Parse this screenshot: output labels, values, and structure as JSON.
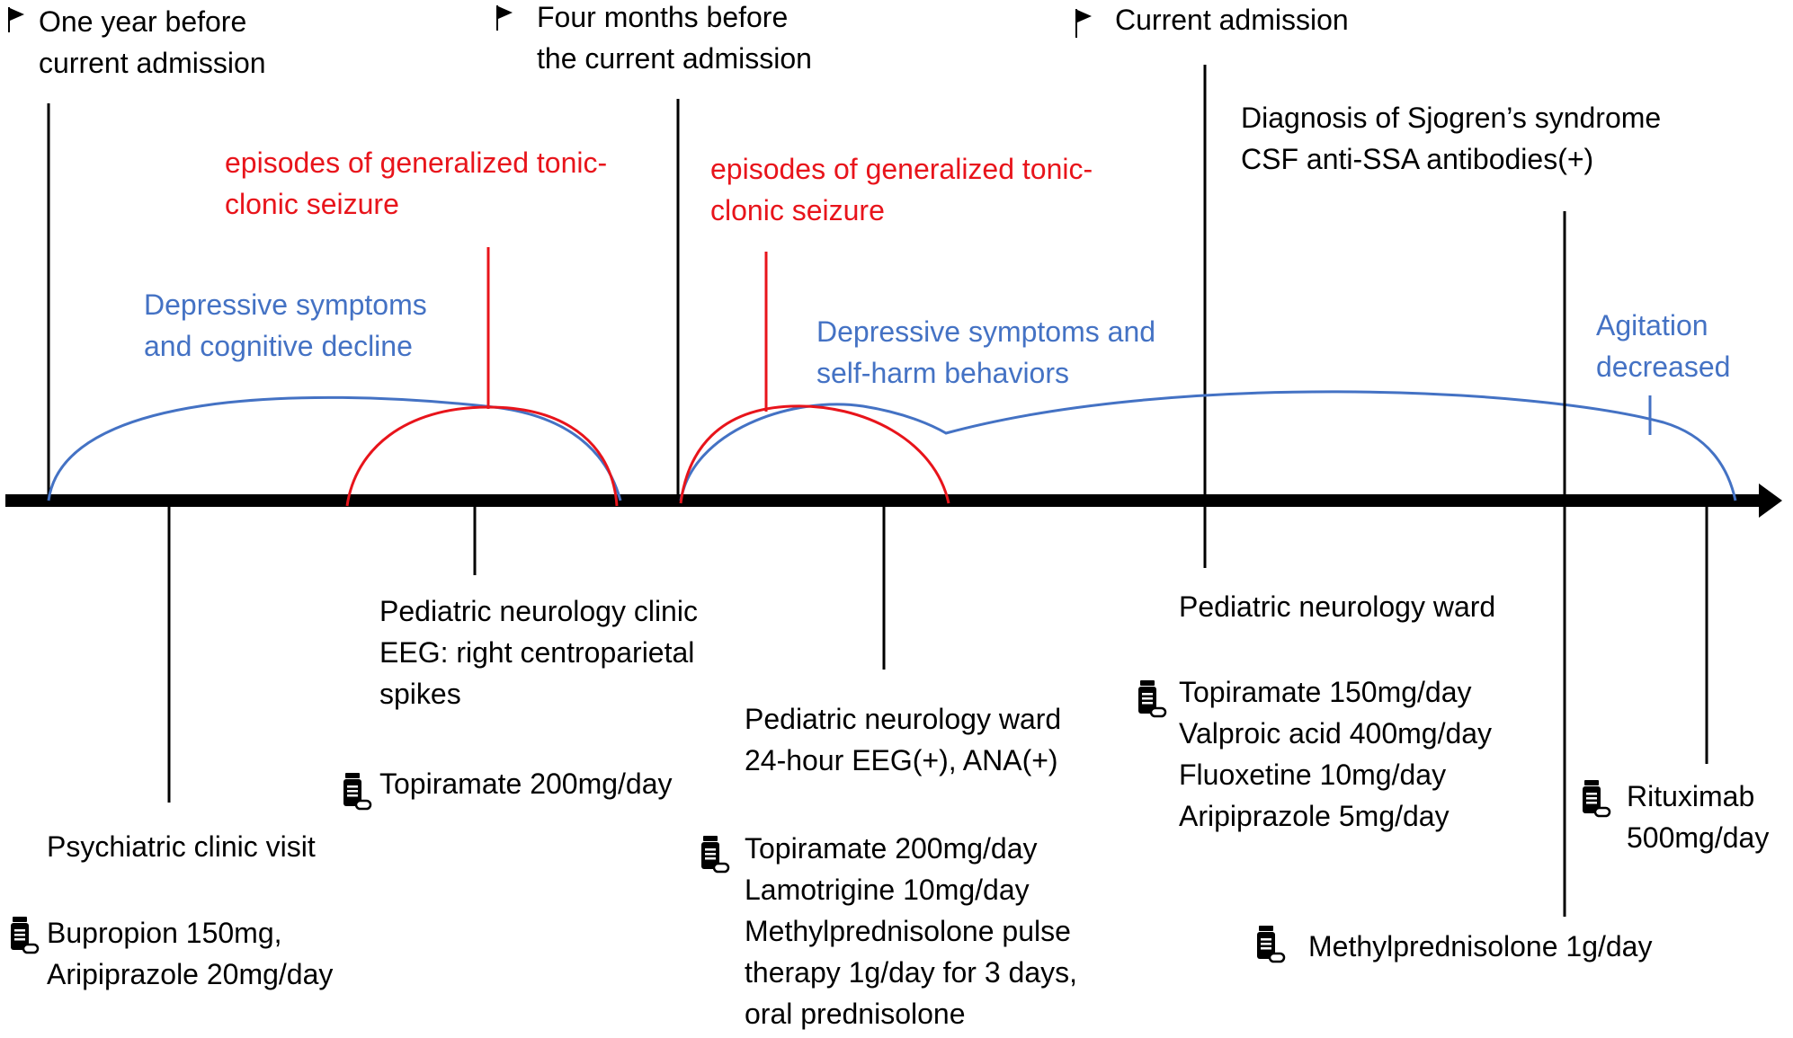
{
  "colors": {
    "black": "#000000",
    "red": "#e8141b",
    "blue": "#4472c4"
  },
  "milestones": [
    {
      "lines": [
        "One year before",
        "current admission"
      ]
    },
    {
      "lines": [
        "Four months before",
        "the current admission"
      ]
    },
    {
      "lines": [
        "Current admission"
      ]
    }
  ],
  "seizures": [
    {
      "lines": [
        "episodes of generalized tonic-",
        "clonic seizure"
      ]
    },
    {
      "lines": [
        "episodes of generalized tonic-",
        "clonic seizure"
      ]
    }
  ],
  "symptoms": [
    {
      "lines": [
        "Depressive symptoms",
        "and cognitive decline"
      ]
    },
    {
      "lines": [
        "Depressive symptoms and",
        "self-harm behaviors"
      ]
    },
    {
      "lines": [
        "Agitation",
        "decreased"
      ]
    }
  ],
  "diagnosis": {
    "lines": [
      "Diagnosis of Sjogren’s syndrome",
      "CSF anti-SSA antibodies(+)"
    ]
  },
  "events": [
    {
      "title_lines": [
        "Psychiatric clinic visit"
      ],
      "meds": [
        "Bupropion 150mg,",
        "Aripiprazole 20mg/day"
      ]
    },
    {
      "title_lines": [
        "Pediatric neurology clinic",
        "EEG: right centroparietal",
        "spikes"
      ],
      "meds": [
        "Topiramate 200mg/day"
      ]
    },
    {
      "title_lines": [
        "Pediatric neurology ward",
        "24-hour EEG(+), ANA(+)"
      ],
      "meds": [
        "Topiramate 200mg/day",
        "Lamotrigine 10mg/day",
        "Methylprednisolone pulse",
        "therapy 1g/day for 3 days,",
        "oral prednisolone"
      ]
    },
    {
      "title_lines": [
        "Pediatric neurology ward"
      ],
      "meds": [
        "Topiramate 150mg/day",
        "Valproic acid 400mg/day",
        "Fluoxetine 10mg/day",
        "Aripiprazole 5mg/day"
      ]
    },
    {
      "title_lines": [],
      "meds": [
        "Methylprednisolone 1g/day"
      ]
    },
    {
      "title_lines": [],
      "meds": [
        "Rituximab",
        "500mg/day"
      ]
    }
  ]
}
